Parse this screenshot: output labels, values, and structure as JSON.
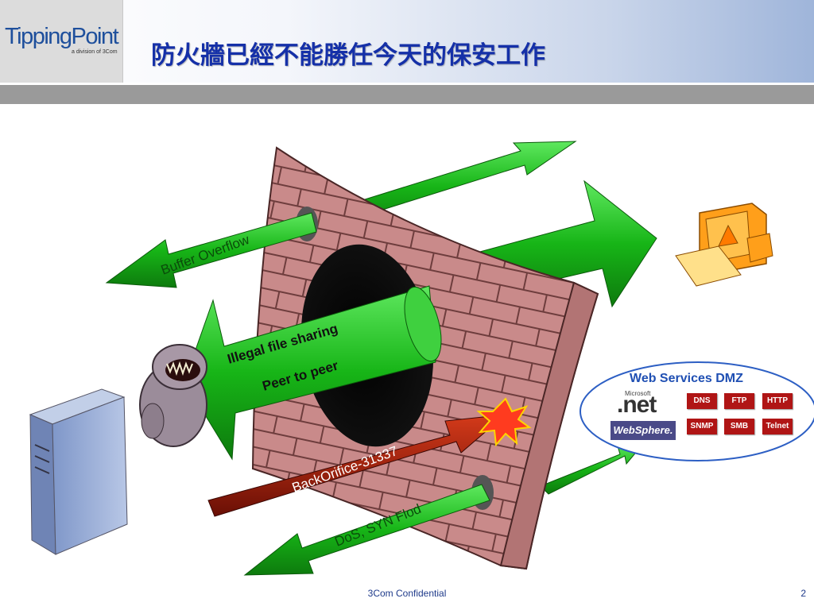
{
  "header": {
    "logo_text": "TippingPoint",
    "logo_subtext": "a division of 3Com",
    "title": "防火牆已經不能勝任今天的保安工作"
  },
  "diagram": {
    "labels": {
      "buffer_overflow": "Buffer Overflow",
      "illegal_file_sharing": "Illegal file sharing",
      "peer_to_peer": "Peer to peer",
      "backorifice": "BackOrifice-31337",
      "dos_syn": "DoS, SYN Flod"
    },
    "dmz": {
      "title": "Web Services DMZ",
      "ms_text": "Microsoft",
      "net_text": ".net",
      "websphere_text": "WebSphere.",
      "services": [
        "DNS",
        "FTP",
        "HTTP",
        "SNMP",
        "SMB",
        "Telnet"
      ]
    },
    "icons": [
      "server-icon",
      "monster-icon",
      "firewall-wall",
      "computer-icon",
      "explosion-icon"
    ],
    "colors": {
      "arrow_green": "#1fbf1f",
      "wall_brick": "#c98a8a",
      "backorifice_red": "#9c1c0a",
      "service_red": "#b01515",
      "dmz_border": "#2d5fc4",
      "title_blue": "#1530a8"
    }
  },
  "footer": {
    "confidential": "3Com Confidential",
    "page": "2"
  }
}
